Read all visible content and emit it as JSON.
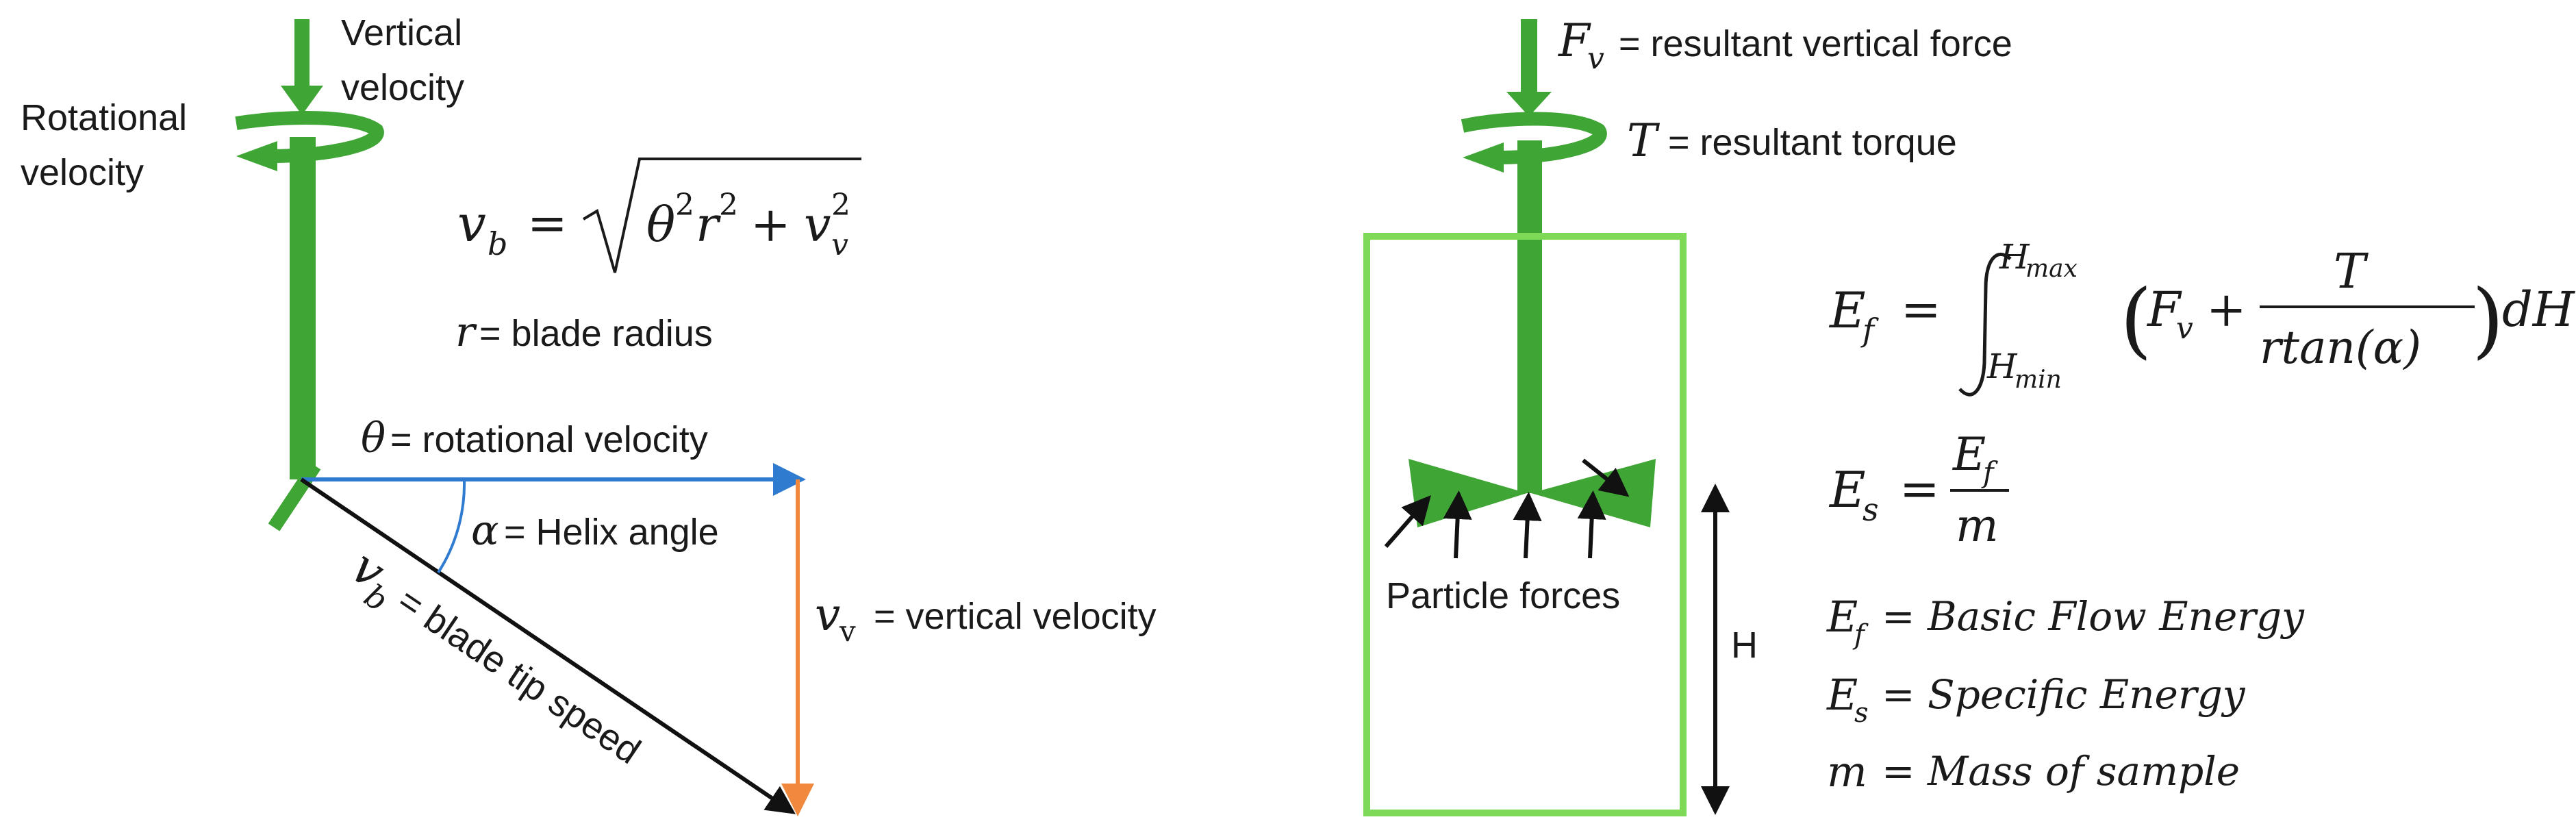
{
  "colors": {
    "shaft": "#3fa535",
    "container": "#7ed957",
    "blue_arrow": "#2f7bd0",
    "orange_arrow": "#f0883e",
    "black": "#111111"
  },
  "left": {
    "vertical_velocity_label": [
      "Vertical",
      "velocity"
    ],
    "rotational_velocity_label": [
      "Rotational",
      "velocity"
    ],
    "vb_symbol": "v",
    "vb_sub": "b",
    "eq_equals": "=",
    "eq_theta": "θ",
    "eq_sq": "2",
    "eq_r": "r",
    "eq_plus": "+",
    "eq_v": "v",
    "eq_vsub": "v",
    "r_symbol": "r",
    "r_def": "= blade radius",
    "theta_symbol": "θ",
    "theta_def": "= rotational velocity",
    "alpha_symbol": "α",
    "alpha_def": "= Helix angle",
    "vv_symbol": "v",
    "vv_sub": "v",
    "vv_def": "= vertical velocity",
    "tip_symbol": "v",
    "tip_sub": "b",
    "tip_def": " = blade tip speed"
  },
  "right": {
    "fv_symbol": "F",
    "fv_sub": "v",
    "fv_def": "= resultant vertical force",
    "t_symbol": "T",
    "t_def": "= resultant torque",
    "particle_forces": "Particle forces",
    "h_label": "H",
    "ef_eq": {
      "lhs": "E",
      "lhs_sub": "f",
      "equals": "=",
      "upper_H": "H",
      "upper_sub": "max",
      "lower_H": "H",
      "lower_sub": "min",
      "open_paren": "(",
      "F": "F",
      "F_sub": "v",
      "plus": "+",
      "num": "T",
      "den": "rtan(α)",
      "close_paren": ")",
      "dH": "dH"
    },
    "es_eq": {
      "lhs": "E",
      "lhs_sub": "s",
      "equals": "=",
      "num": "E",
      "num_sub": "f",
      "den": "m"
    },
    "defs": [
      {
        "sym": "E",
        "sub": "f",
        "text": "= Basic Flow Energy"
      },
      {
        "sym": "E",
        "sub": "s",
        "text": "= Specific Energy"
      },
      {
        "sym": "m",
        "sub": "",
        "text": "= Mass of sample"
      }
    ]
  }
}
